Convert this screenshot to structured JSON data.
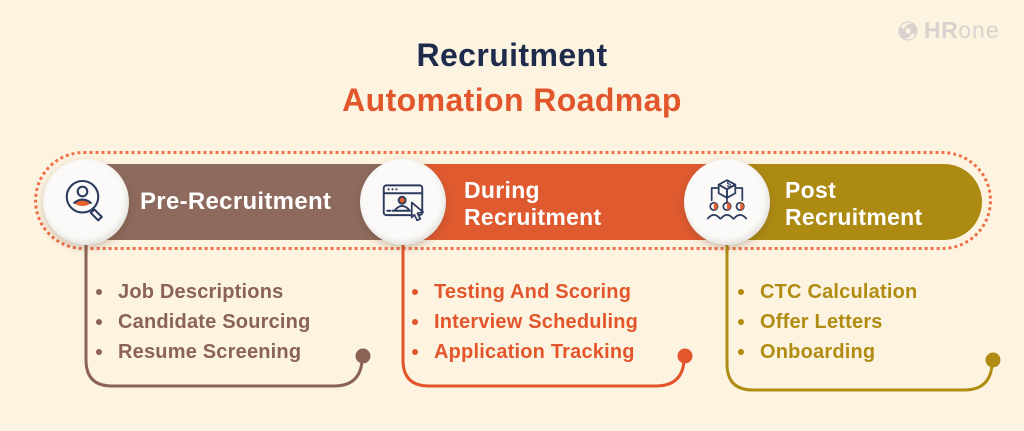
{
  "logo": {
    "hr": "HR",
    "one": "one",
    "color": "#d9d2ce"
  },
  "title": {
    "line1": "Recruitment",
    "line2": "Automation Roadmap"
  },
  "palette": {
    "background": "#fdf3e1",
    "title_primary": "#1e2b4d",
    "title_accent": "#e2562c",
    "dotted_border": "#ee7148",
    "pre_segment": "#8d6a5d",
    "pre_text": "#8a6355",
    "during_segment": "#e05a30",
    "during_text": "#e3562c",
    "post_segment": "#ad8b13",
    "post_text": "#b08c12",
    "icon_stroke": "#2d3c5e",
    "icon_accent": "#e8622f"
  },
  "phases": [
    {
      "label": "Pre-Recruitment",
      "icon": "candidate-search-icon",
      "items": [
        "Job Descriptions",
        "Candidate Sourcing",
        "Resume Screening"
      ]
    },
    {
      "label": "During Recruitment",
      "icon": "online-application-icon",
      "items": [
        "Testing And Scoring",
        "Interview Scheduling",
        "Application Tracking"
      ]
    },
    {
      "label": "Post Recruitment",
      "icon": "payroll-distribution-icon",
      "items": [
        "CTC Calculation",
        "Offer Letters",
        "Onboarding"
      ]
    }
  ]
}
